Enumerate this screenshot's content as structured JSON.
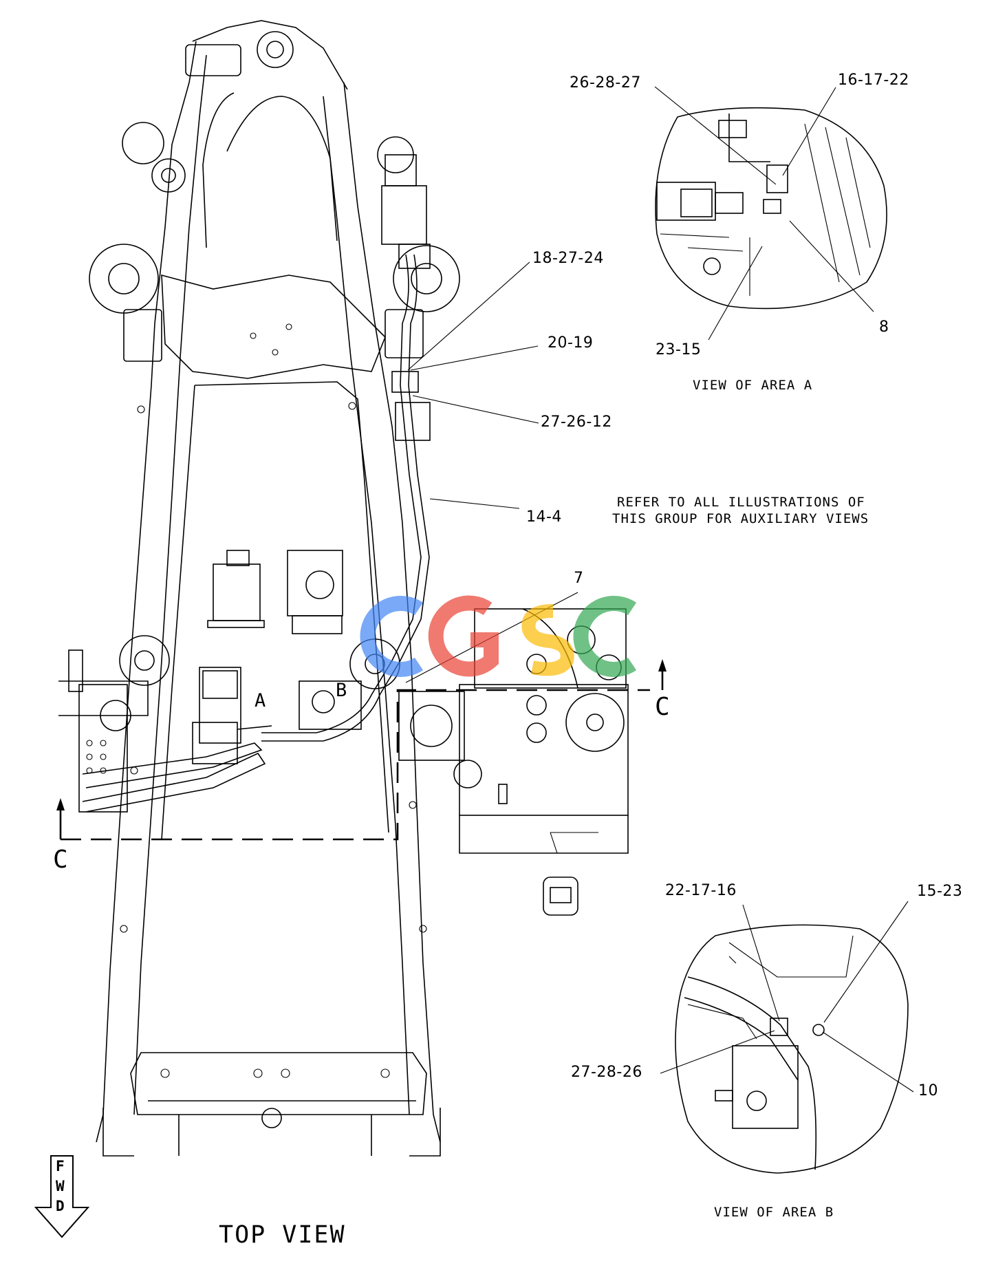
{
  "diagram": {
    "callouts": {
      "c_18_27_24": "18-27-24",
      "c_20_19": "20-19",
      "c_27_26_12": "27-26-12",
      "c_14_4": "14-4",
      "c_7": "7"
    },
    "view_a": {
      "caption": "VIEW OF AREA A",
      "callouts": {
        "c_26_28_27": "26-28-27",
        "c_16_17_22": "16-17-22",
        "c_23_15": "23-15",
        "c_8": "8"
      }
    },
    "view_b": {
      "caption": "VIEW OF AREA B",
      "callouts": {
        "c_22_17_16": "22-17-16",
        "c_15_23": "15-23",
        "c_27_28_26": "27-28-26",
        "c_10": "10"
      }
    },
    "note_line1": "REFER TO ALL ILLUSTRATIONS OF",
    "note_line2": "THIS GROUP FOR AUXILIARY VIEWS",
    "area_a_label": "A",
    "area_b_label": "B",
    "section_label_right": "C",
    "section_label_left": "C",
    "fwd": [
      "F",
      "W",
      "D"
    ],
    "view_title": "TOP VIEW",
    "watermark": "CGSC",
    "watermark_colors": [
      "#4285f4",
      "#ea4335",
      "#fbbc05",
      "#34a853"
    ]
  }
}
